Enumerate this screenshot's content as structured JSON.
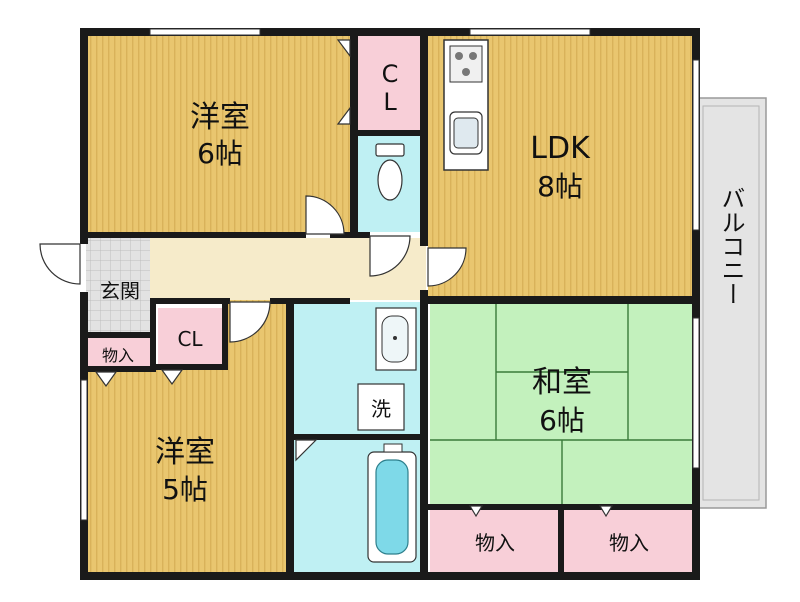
{
  "rooms": {
    "western_room_1": {
      "name": "洋室",
      "size": "6帖"
    },
    "closet_top": {
      "line1": "C",
      "line2": "L"
    },
    "ldk": {
      "name": "LDK",
      "size": "8帖"
    },
    "entrance": {
      "label": "玄関"
    },
    "closet_left": {
      "label": "CL"
    },
    "storage_left": {
      "label": "物入"
    },
    "western_room_2": {
      "name": "洋室",
      "size": "5帖"
    },
    "washroom": {
      "label": "洗"
    },
    "japanese_room": {
      "name": "和室",
      "size": "6帖"
    },
    "storage_bottom_1": {
      "label": "物入"
    },
    "storage_bottom_2": {
      "label": "物入"
    },
    "balcony": {
      "label": "バルコニー"
    }
  },
  "colors": {
    "western_floor": "#e9c66f",
    "western_stripe": "#d9b25a",
    "ldk_floor": "#e7c46b",
    "corridor": "#f6ebca",
    "closet": "#f8cfd8",
    "wet_area": "#bff0f3",
    "tatami": "#c3f1bd",
    "tatami_line": "#3a7a3a",
    "entrance_tile": "#d8d8d8",
    "balcony": "#e4e4e4",
    "wall": "#1a1a1a",
    "bath": "#7ed9e8"
  }
}
